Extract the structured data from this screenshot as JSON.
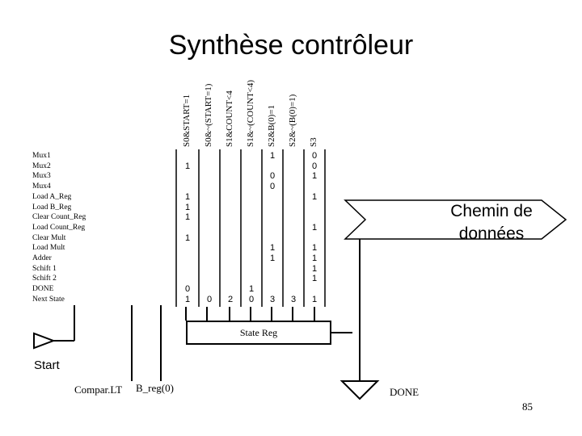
{
  "title": "Synthèse contrôleur",
  "columns": [
    "S0&START=1",
    "S0&~(START=1)",
    "S1&COUNT<4",
    "S1&~(COUNT<4)",
    "S2&B(0)=1",
    "S2&~(B(0)=1)",
    "S3"
  ],
  "rows": [
    "Mux1",
    "Mux2",
    "Mux3",
    "Mux4",
    "Load A_Reg",
    "Load B_Reg",
    "Clear Count_Reg",
    "Load Count_Reg",
    "Clear Mult",
    "Load Mult",
    "Adder",
    "Schift 1",
    "Schift 2",
    "DONE",
    "Next State"
  ],
  "cells": [
    [
      "",
      "",
      "",
      "",
      "1",
      "",
      "0"
    ],
    [
      "1",
      "",
      "",
      "",
      "",
      "",
      "0"
    ],
    [
      "",
      "",
      "",
      "",
      "0",
      "",
      "1"
    ],
    [
      "",
      "",
      "",
      "",
      "0",
      "",
      ""
    ],
    [
      "1",
      "",
      "",
      "",
      "",
      "",
      "1"
    ],
    [
      "1",
      "",
      "",
      "",
      "",
      "",
      ""
    ],
    [
      "1",
      "",
      "",
      "",
      "",
      "",
      ""
    ],
    [
      "",
      "",
      "",
      "",
      "",
      "",
      "1"
    ],
    [
      "1",
      "",
      "",
      "",
      "",
      "",
      ""
    ],
    [
      "",
      "",
      "",
      "",
      "1",
      "",
      "1"
    ],
    [
      "",
      "",
      "",
      "",
      "1",
      "",
      "1"
    ],
    [
      "",
      "",
      "",
      "",
      "",
      "",
      "1"
    ],
    [
      "",
      "",
      "",
      "",
      "",
      "",
      "1"
    ],
    [
      "0",
      "",
      "",
      "1",
      "",
      "",
      ""
    ],
    [
      "1",
      "0",
      "2",
      "0",
      "3",
      "3",
      "1"
    ]
  ],
  "chemin_label": "Chemin de données",
  "state_reg_label": "State Reg",
  "start_label": "Start",
  "compar_label": "Compar.LT",
  "breg_label": "B_reg(0)",
  "done_label": "DONE",
  "page_number": "85"
}
